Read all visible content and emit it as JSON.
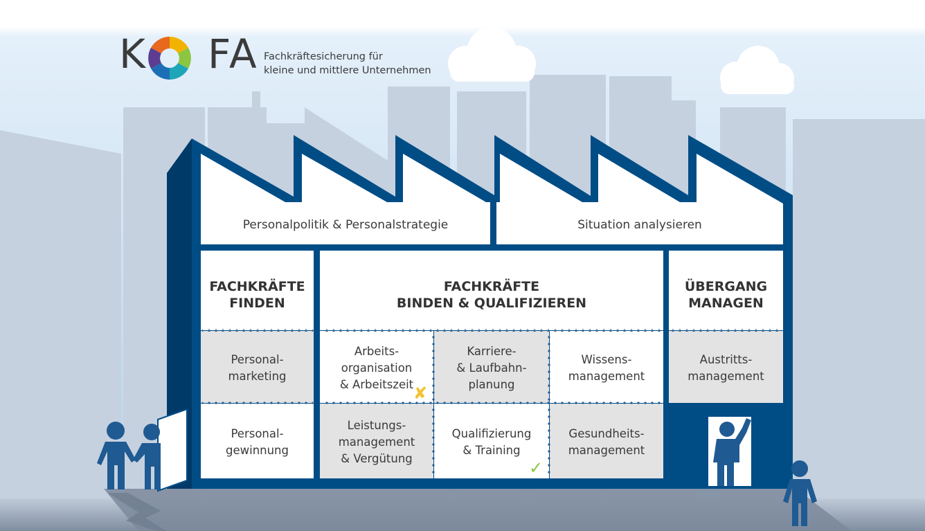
{
  "logo": {
    "word_start": "K",
    "word_end": "FA",
    "tagline_line1": "Fachkräftesicherung für",
    "tagline_line2": "kleine und mittlere Unternehmen"
  },
  "roof": {
    "left_label": "Personalpolitik & Personalstrategie",
    "right_label": "Situation analysieren"
  },
  "columns": {
    "find": {
      "line1": "FACHKRÄFTE",
      "line2": "FINDEN"
    },
    "bind": {
      "line1": "FACHKRÄFTE",
      "line2": "BINDEN & QUALIFIZIEREN"
    },
    "exit": {
      "line1": "ÜBERGANG",
      "line2": "MANAGEN"
    }
  },
  "cells": {
    "personalmarketing": [
      "Personal-",
      "marketing"
    ],
    "personalgewinnung": [
      "Personal-",
      "gewinnung"
    ],
    "arbeitsorganisation": [
      "Arbeits-",
      "organisation",
      "& Arbeitszeit"
    ],
    "karriere": [
      "Karriere-",
      "& Laufbahn-",
      "planung"
    ],
    "wissensmanagement": [
      "Wissens-",
      "management"
    ],
    "leistungsmanagement": [
      "Leistungs-",
      "management",
      "& Vergütung"
    ],
    "qualifizierung": [
      "Qualifizierung",
      "& Training"
    ],
    "gesundheitsmanagement": [
      "Gesundheits-",
      "management"
    ],
    "austrittsmanagement": [
      "Austritts-",
      "management"
    ]
  },
  "marks": {
    "cross": "✘",
    "check": "✓"
  },
  "colors": {
    "factory_blue": "#004d86",
    "sky_top": "#dcebf7",
    "sky_bottom": "#b7d4ec",
    "city_grey": "#c4cfde",
    "ground_grey": "#8b98a8",
    "cell_white": "#ffffff",
    "cell_grey": "#e3e3e3",
    "cross_yellow": "#f2c230",
    "check_green": "#8cc540",
    "person_blue": "#1f5a92"
  }
}
